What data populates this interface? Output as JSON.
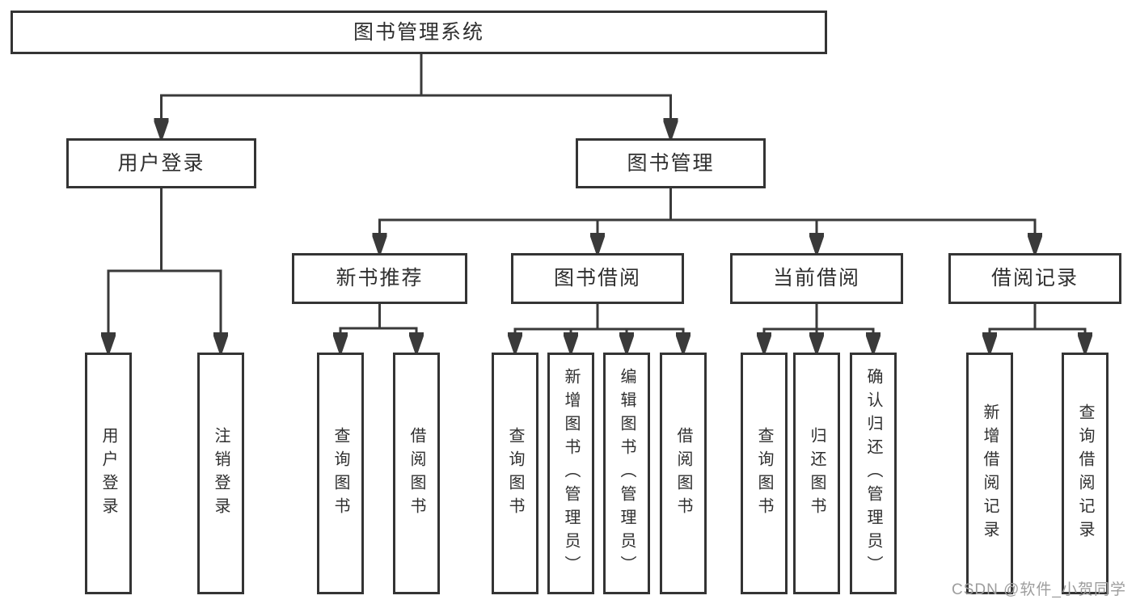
{
  "nodes": {
    "root": "图书管理系统",
    "user_login": "用户登录",
    "book_mgmt": "图书管理",
    "new_book_rec": "新书推荐",
    "book_borrow": "图书借阅",
    "current_borrow": "当前借阅",
    "borrow_record": "借阅记录",
    "leaf_user_login": "用户登录",
    "leaf_logout": "注销登录",
    "leaf_rec_query": "查询图书",
    "leaf_rec_borrow": "借阅图书",
    "leaf_bb_query": "查询图书",
    "leaf_bb_add": "新增图书（管理员）",
    "leaf_bb_edit": "编辑图书（管理员）",
    "leaf_bb_borrow": "借阅图书",
    "leaf_cb_query": "查询图书",
    "leaf_cb_return": "归还图书",
    "leaf_cb_confirm": "确认归还（管理员）",
    "leaf_br_add": "新增借阅记录",
    "leaf_br_query": "查询借阅记录"
  },
  "watermark": "CSDN @软件_小贺同学",
  "colors": {
    "line": "#3a3a3a",
    "box_border": "#343434",
    "text": "#2f2f2f",
    "watermark": "#9d9d9d",
    "background": "#ffffff"
  }
}
